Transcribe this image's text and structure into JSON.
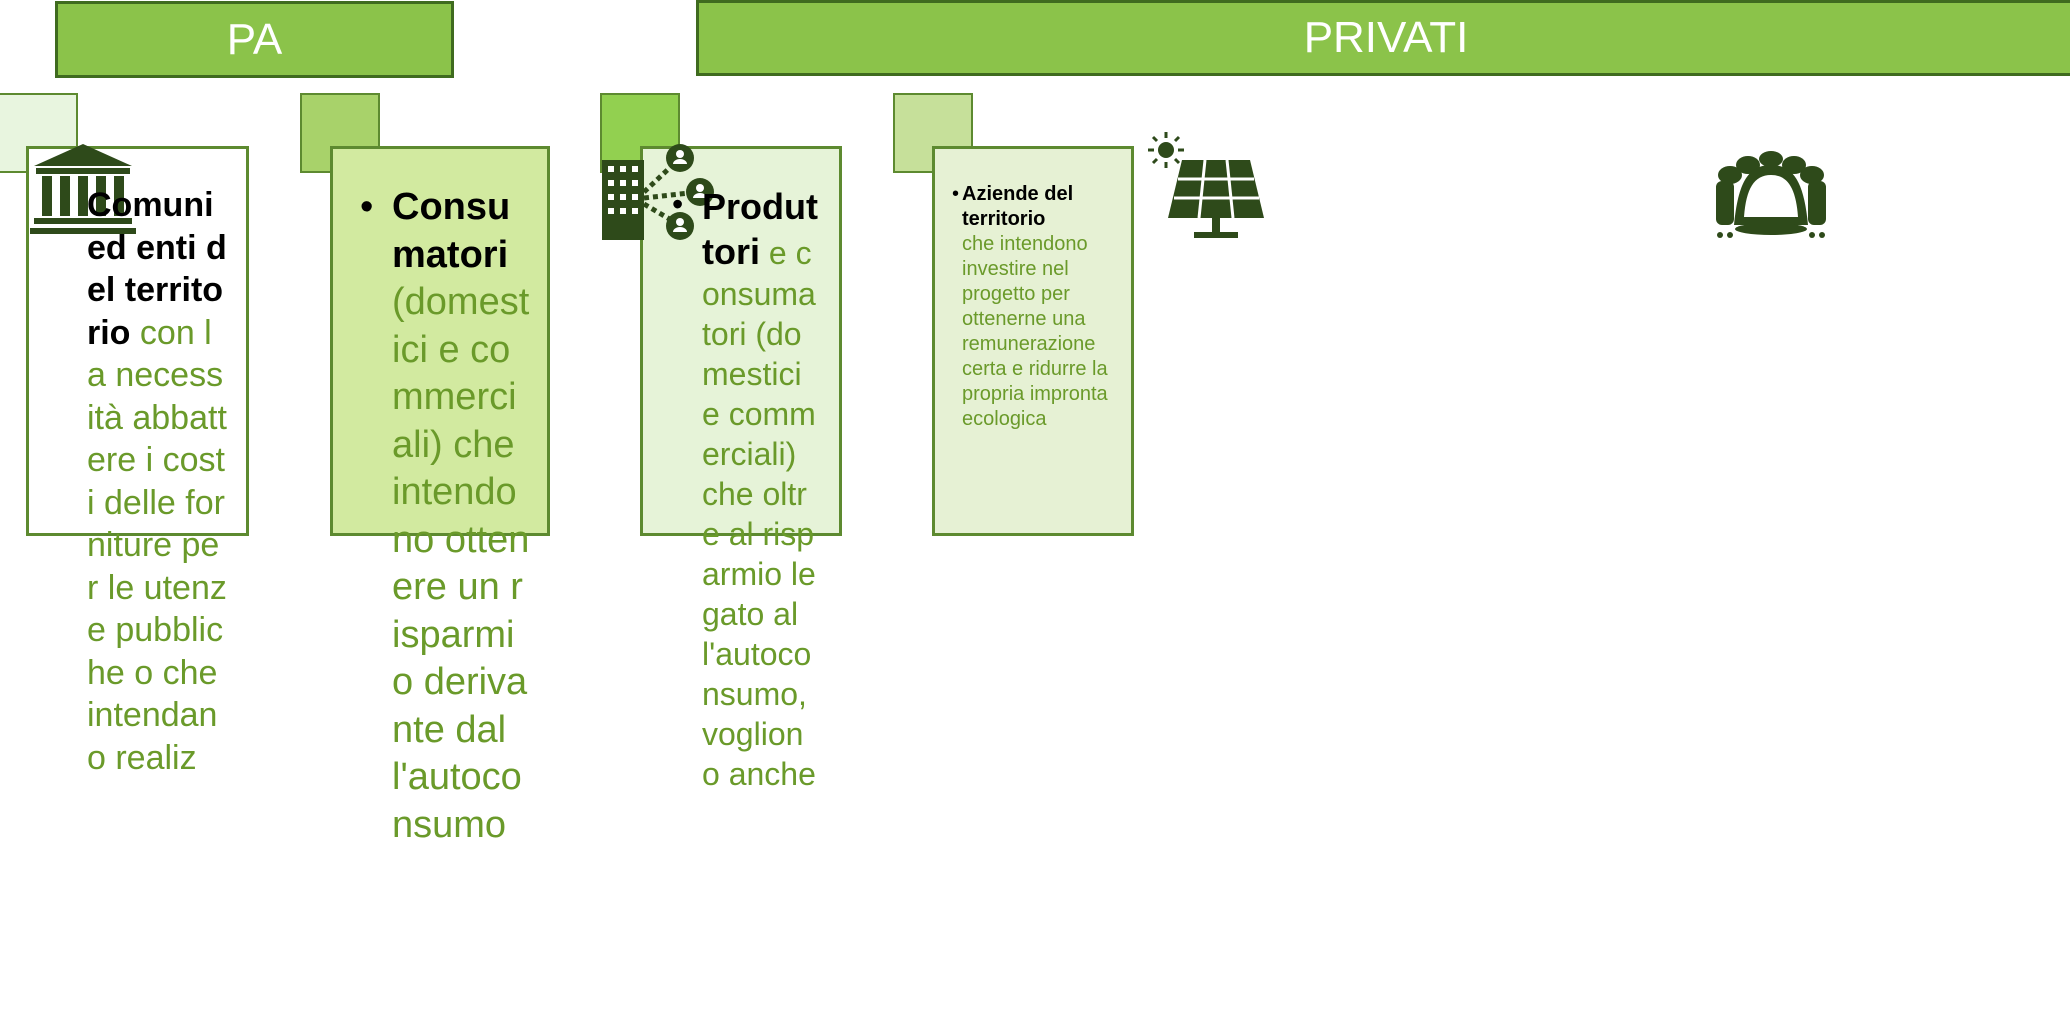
{
  "headers": {
    "pa": "PA",
    "privati": "PRIVATI"
  },
  "columns": [
    {
      "title": "Comuni ed enti del territorio",
      "body": "con la necessità abbattere i costi delle forniture per le utenze pubbliche o che intendano realiz"
    },
    {
      "bullet": "•",
      "title": "Consumatori",
      "body": "(domestici e commerciali) che intendono ottenere un risparmio derivante dall'autoconsumo"
    },
    {
      "bullet": "•",
      "title": "Produttori",
      "body": "e consumatori (domestici e commerciali) che oltre al risparmio legato all'autoconsumo, vogliono anche"
    },
    {
      "bullet": "•",
      "title": "Aziende del territorio",
      "body": "che intendono investire nel progetto per ottenerne una remunerazione certa e ridurre la propria impronta ecologica"
    }
  ],
  "colors": {
    "header_fill": "#8bc34a",
    "header_border": "#3f6b1f",
    "card_border": "#5d8a30",
    "body_text": "#6a9a2a",
    "icon_color": "#2e4a1a"
  },
  "icons": [
    "building-columns-icon",
    "office-network-icon",
    "solar-panel-icon",
    "meeting-table-icon"
  ]
}
